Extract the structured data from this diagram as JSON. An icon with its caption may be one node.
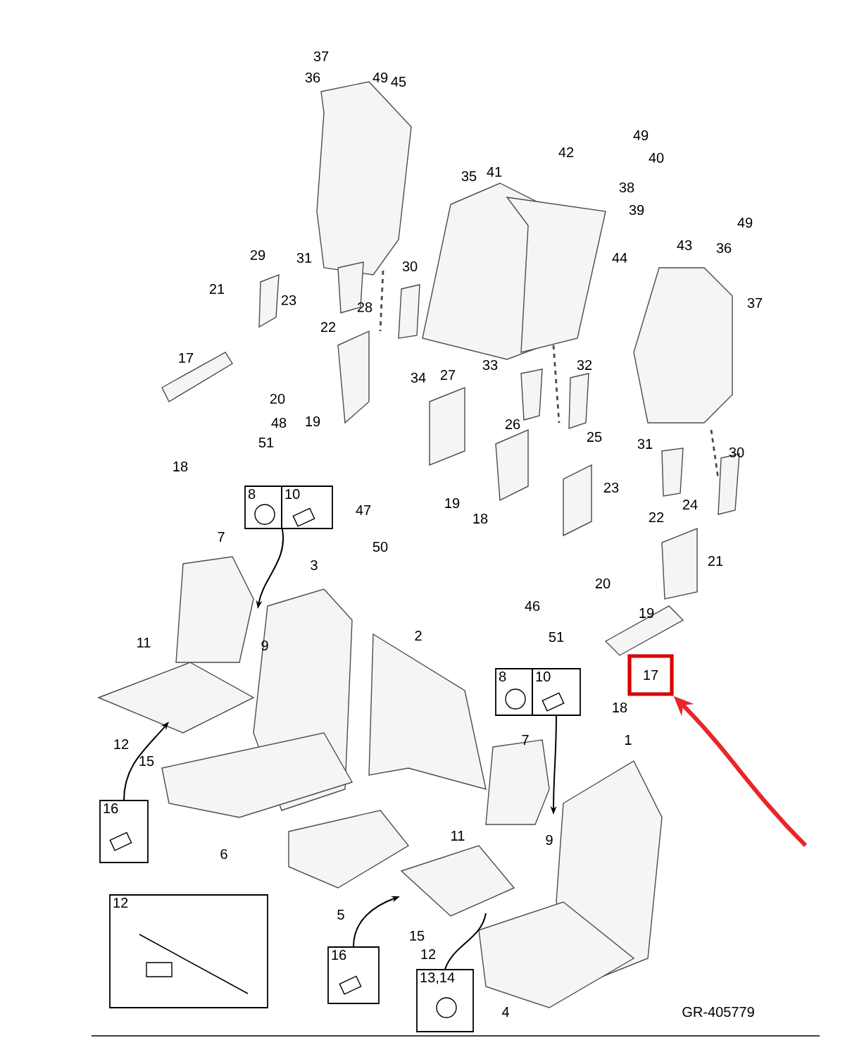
{
  "diagram": {
    "nodes": [
      {
        "text": [
          "8"
        ]
      },
      {
        "text": [
          "10"
        ]
      },
      {
        "text": [
          "16"
        ]
      },
      {
        "text": [
          "12"
        ]
      },
      {
        "text": [
          "8"
        ]
      },
      {
        "text": [
          "10"
        ]
      },
      {
        "text": [
          "16"
        ]
      },
      {
        "text": [
          "13,14"
        ]
      },
      {
        "text": [
          "17"
        ]
      }
    ],
    "edges": [
      {
        "from": 0,
        "to": null,
        "arrow": "to"
      },
      {
        "from": 2,
        "to": null,
        "arrow": "to"
      },
      {
        "from": 5,
        "to": null,
        "arrow": "to"
      },
      {
        "from": 6,
        "to": null,
        "arrow": "to"
      },
      {
        "from": 7,
        "to": null,
        "arrow": "none"
      },
      {
        "from": null,
        "to": 8,
        "arrow": "to",
        "style": "thick",
        "color": "#e8262a"
      }
    ],
    "labels": [
      "49",
      "37",
      "36",
      "45",
      "42",
      "49",
      "40",
      "35",
      "41",
      "38",
      "39",
      "44",
      "43",
      "49",
      "36",
      "37",
      "29",
      "31",
      "30",
      "21",
      "23",
      "22",
      "28",
      "17",
      "20",
      "48",
      "19",
      "51",
      "18",
      "34",
      "27",
      "33",
      "32",
      "31",
      "30",
      "26",
      "25",
      "19",
      "18",
      "23",
      "22",
      "24",
      "47",
      "50",
      "20",
      "21",
      "19",
      "46",
      "51",
      "2",
      "3",
      "7",
      "9",
      "11",
      "12",
      "15",
      "6",
      "1",
      "7",
      "9",
      "11",
      "5",
      "15",
      "12",
      "4",
      "18",
      "GR-405779"
    ]
  }
}
